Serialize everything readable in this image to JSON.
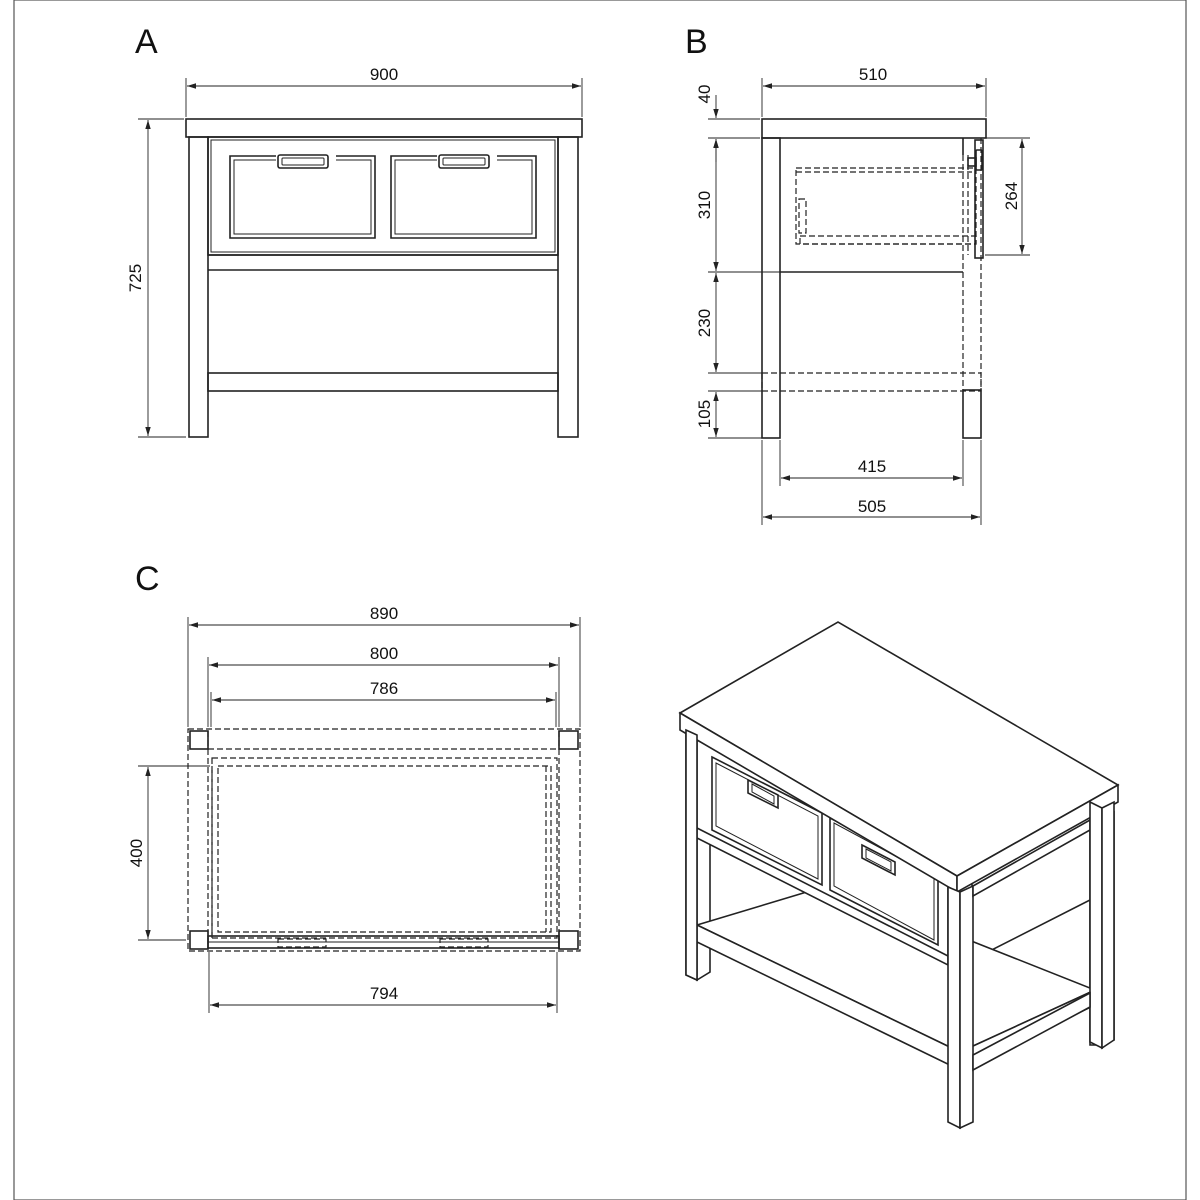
{
  "views": {
    "a": {
      "label": "A",
      "dims": {
        "width": "900",
        "height": "725"
      }
    },
    "b": {
      "label": "B",
      "dims": {
        "depth_top": "510",
        "top_thickness": "40",
        "drawer_zone": "310",
        "drawer_height": "264",
        "shelf_gap": "230",
        "shelf_to_floor": "105",
        "inner_depth": "415",
        "base_depth": "505"
      }
    },
    "c": {
      "label": "C",
      "dims": {
        "overall": "890",
        "drawer_outer": "800",
        "drawer_inner": "786",
        "drawer_depth": "400",
        "front_width": "794"
      }
    }
  }
}
